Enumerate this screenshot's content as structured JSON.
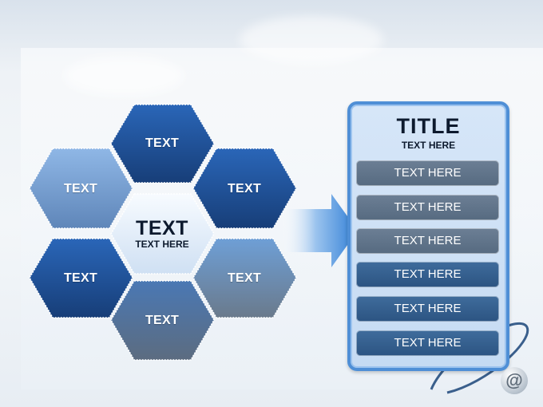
{
  "hexagons": {
    "top": "TEXT",
    "upper_left": "TEXT",
    "upper_right": "TEXT",
    "lower_left": "TEXT",
    "lower_right": "TEXT",
    "bottom": "TEXT"
  },
  "center": {
    "title": "TEXT",
    "subtitle": "TEXT HERE"
  },
  "box": {
    "title": "TITLE",
    "subtitle": "TEXT HERE",
    "items": [
      "TEXT HERE",
      "TEXT HERE",
      "TEXT HERE",
      "TEXT HERE",
      "TEXT HERE",
      "TEXT HERE"
    ]
  },
  "colors": {
    "hex_dark_blue": "#1e4f8e",
    "hex_light_blue": "#7fa7d6",
    "hex_slate": "#5d6f86",
    "box_border": "#4f8fd6",
    "arrow": "#3a86d8"
  },
  "icons": {
    "arrow": "right-arrow-icon",
    "logo": "at-sign-globe-icon"
  }
}
